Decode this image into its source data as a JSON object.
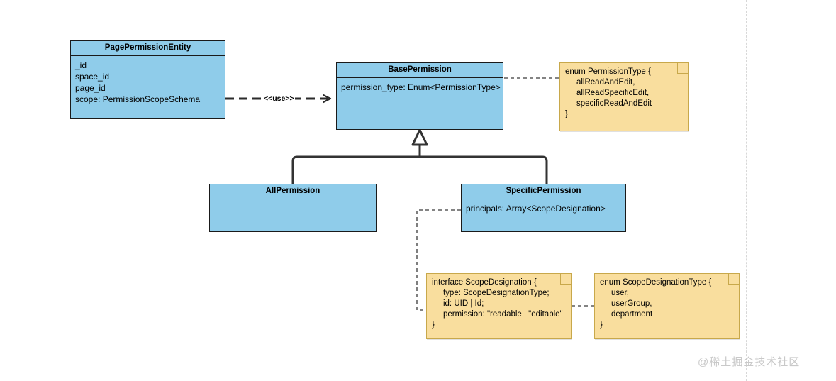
{
  "diagram": {
    "type": "uml-class-diagram",
    "colors": {
      "class_fill": "#8FCCEA",
      "class_border": "#1a1a1a",
      "note_fill": "#F9DE9E",
      "note_border": "#c8a84b",
      "connector": "#333333",
      "guide": "#d7d7d7",
      "watermark": "#c9c9c9"
    },
    "classes": [
      {
        "id": "page-permission-entity",
        "name": "PagePermissionEntity",
        "attributes": [
          "_id",
          "space_id",
          "page_id",
          "scope:  PermissionScopeSchema"
        ]
      },
      {
        "id": "base-permission",
        "name": "BasePermission",
        "attributes": [
          "permission_type: Enum<PermissionType>"
        ]
      },
      {
        "id": "all-permission",
        "name": "AllPermission",
        "attributes": []
      },
      {
        "id": "specific-permission",
        "name": "SpecificPermission",
        "attributes": [
          "principals:  Array<ScopeDesignation>"
        ]
      }
    ],
    "notes": [
      {
        "id": "permission-type-note",
        "text": "enum PermissionType {\n     allReadAndEdit,\n     allReadSpecificEdit,\n     specificReadAndEdit\n}"
      },
      {
        "id": "scope-designation-note",
        "text": "interface ScopeDesignation {\n     type: ScopeDesignationType;\n     id: UID | Id;\n     permission: \"readable | \"editable\"\n}"
      },
      {
        "id": "scope-designation-type-note",
        "text": "enum ScopeDesignationType {\n     user,\n     userGroup,\n     department\n}"
      }
    ],
    "relations": [
      {
        "id": "use-dependency",
        "from": "page-permission-entity",
        "to": "base-permission",
        "kind": "dependency",
        "stereotype": "<<use>>"
      },
      {
        "id": "all-permission-generalization",
        "from": "all-permission",
        "to": "base-permission",
        "kind": "generalization",
        "stereotype": ""
      },
      {
        "id": "specific-permission-generalization",
        "from": "specific-permission",
        "to": "base-permission",
        "kind": "generalization",
        "stereotype": ""
      },
      {
        "id": "base-permission-note-link",
        "from": "base-permission",
        "to": "permission-type-note",
        "kind": "note-link",
        "stereotype": ""
      },
      {
        "id": "specific-permission-note-link",
        "from": "specific-permission",
        "to": "scope-designation-note",
        "kind": "note-link",
        "stereotype": ""
      },
      {
        "id": "scope-note-type-link",
        "from": "scope-designation-note",
        "to": "scope-designation-type-note",
        "kind": "note-link",
        "stereotype": ""
      }
    ],
    "watermark": "@稀土掘金技术社区"
  }
}
